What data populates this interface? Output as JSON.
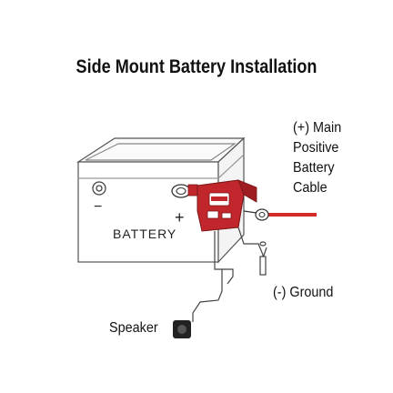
{
  "title": "Side Mount Battery Installation",
  "battery_label": "BATTERY",
  "plus_sign": "+",
  "minus_sign": "−",
  "positive_label_lines": [
    "(+) Main",
    "Positive",
    "Battery",
    "Cable"
  ],
  "ground_label": "(-) Ground",
  "speaker_label": "Speaker",
  "colors": {
    "cable_red": "#d42a2a",
    "connector_red": "#c0262b",
    "outline": "#555555",
    "text": "#111111"
  }
}
